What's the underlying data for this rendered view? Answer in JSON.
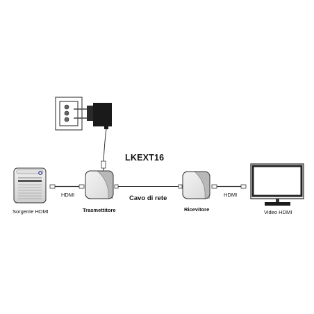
{
  "title": "LKEXT16",
  "labels": {
    "source": "Sorgente HDMI",
    "transmitter": "Trasmettitore",
    "receiver": "Ricevitore",
    "display": "Video HDMI",
    "cable": "Cavo di rete",
    "hdmi_left": "HDMI",
    "hdmi_right": "HDMI"
  },
  "colors": {
    "outline": "#222222",
    "device_fill": "#e9e9e9",
    "device_accent": "#b8b8b8",
    "source_accent": "#5a5fa8"
  },
  "icons": [
    "power-socket-icon",
    "power-adapter-icon",
    "source-device-icon",
    "transmitter-icon",
    "receiver-icon",
    "monitor-icon"
  ]
}
